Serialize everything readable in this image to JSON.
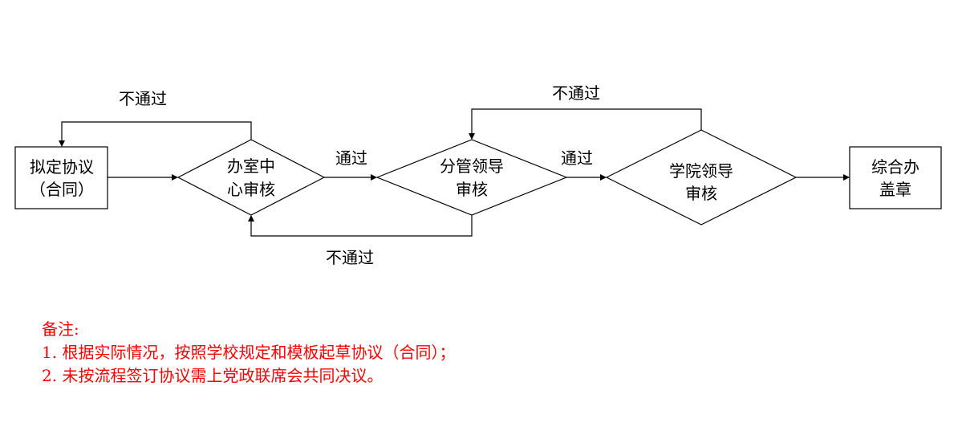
{
  "nodes": {
    "draft": {
      "line1": "拟定协议",
      "line2": "（合同）"
    },
    "office_review": {
      "line1": "办室中",
      "line2": "心审核"
    },
    "leader_review": {
      "line1": "分管领导",
      "line2": "审核"
    },
    "college_review": {
      "line1": "学院领导",
      "line2": "审核"
    },
    "seal": {
      "line1": "综合办",
      "line2": "盖章"
    }
  },
  "edges": {
    "pass1": "通过",
    "pass2": "通过",
    "reject1": "不通过",
    "reject2": "不通过",
    "reject3": "不通过"
  },
  "notes": {
    "title": "备注:",
    "items": [
      "1. 根据实际情况，按照学校规定和模板起草协议（合同）；",
      "2. 未按流程签订协议需上党政联席会共同决议。"
    ]
  },
  "colors": {
    "notes": "#ff0000",
    "stroke": "#000000"
  }
}
